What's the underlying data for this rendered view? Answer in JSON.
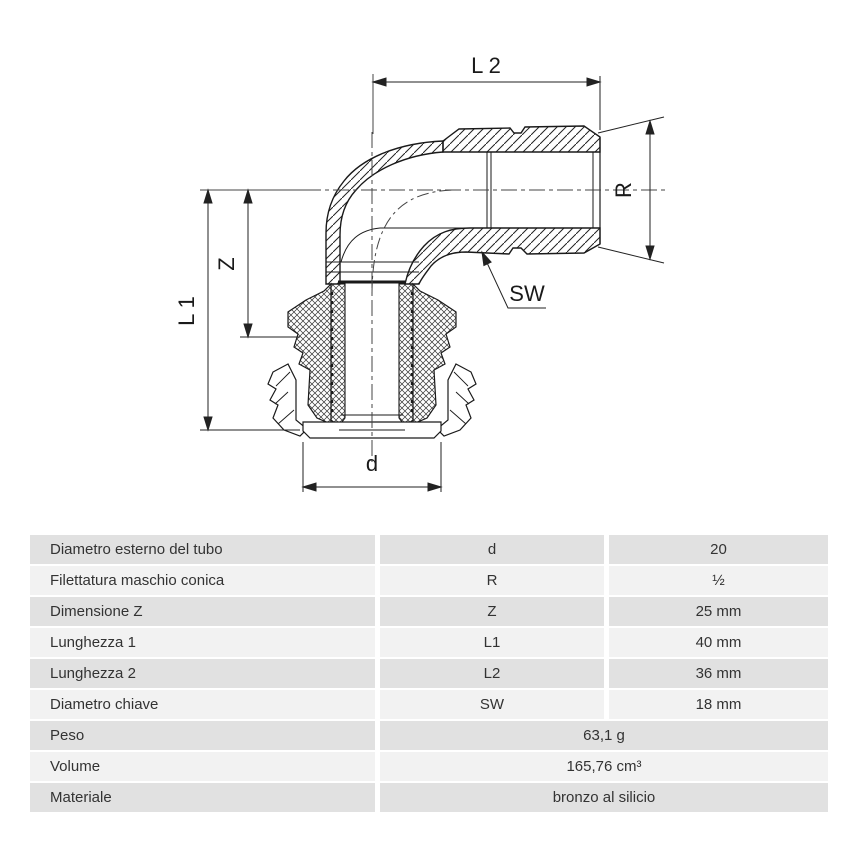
{
  "colors": {
    "row_dark": "#e1e1e1",
    "row_light": "#f2f2f2",
    "table_text": "#333333",
    "line": "#1a1a1a"
  },
  "drawing": {
    "labels": {
      "l2": "L 2",
      "r": "R",
      "z": "Z",
      "l1": "L 1",
      "sw": "SW",
      "d": "d"
    }
  },
  "table": {
    "rows": [
      {
        "label": "Diametro esterno del tubo",
        "symbol": "d",
        "value": "20"
      },
      {
        "label": "Filettatura maschio conica",
        "symbol": "R",
        "value": "½"
      },
      {
        "label": "Dimensione Z",
        "symbol": "Z",
        "value": "25 mm"
      },
      {
        "label": "Lunghezza 1",
        "symbol": "L1",
        "value": "40 mm"
      },
      {
        "label": "Lunghezza 2",
        "symbol": "L2",
        "value": "36 mm"
      },
      {
        "label": "Diametro chiave",
        "symbol": "SW",
        "value": "18 mm"
      },
      {
        "label": "Peso",
        "symbol": "",
        "value": "63,1 g"
      },
      {
        "label": "Volume",
        "symbol": "",
        "value": "165,76 cm³"
      },
      {
        "label": "Materiale",
        "symbol": "",
        "value": "bronzo al silicio"
      }
    ]
  }
}
